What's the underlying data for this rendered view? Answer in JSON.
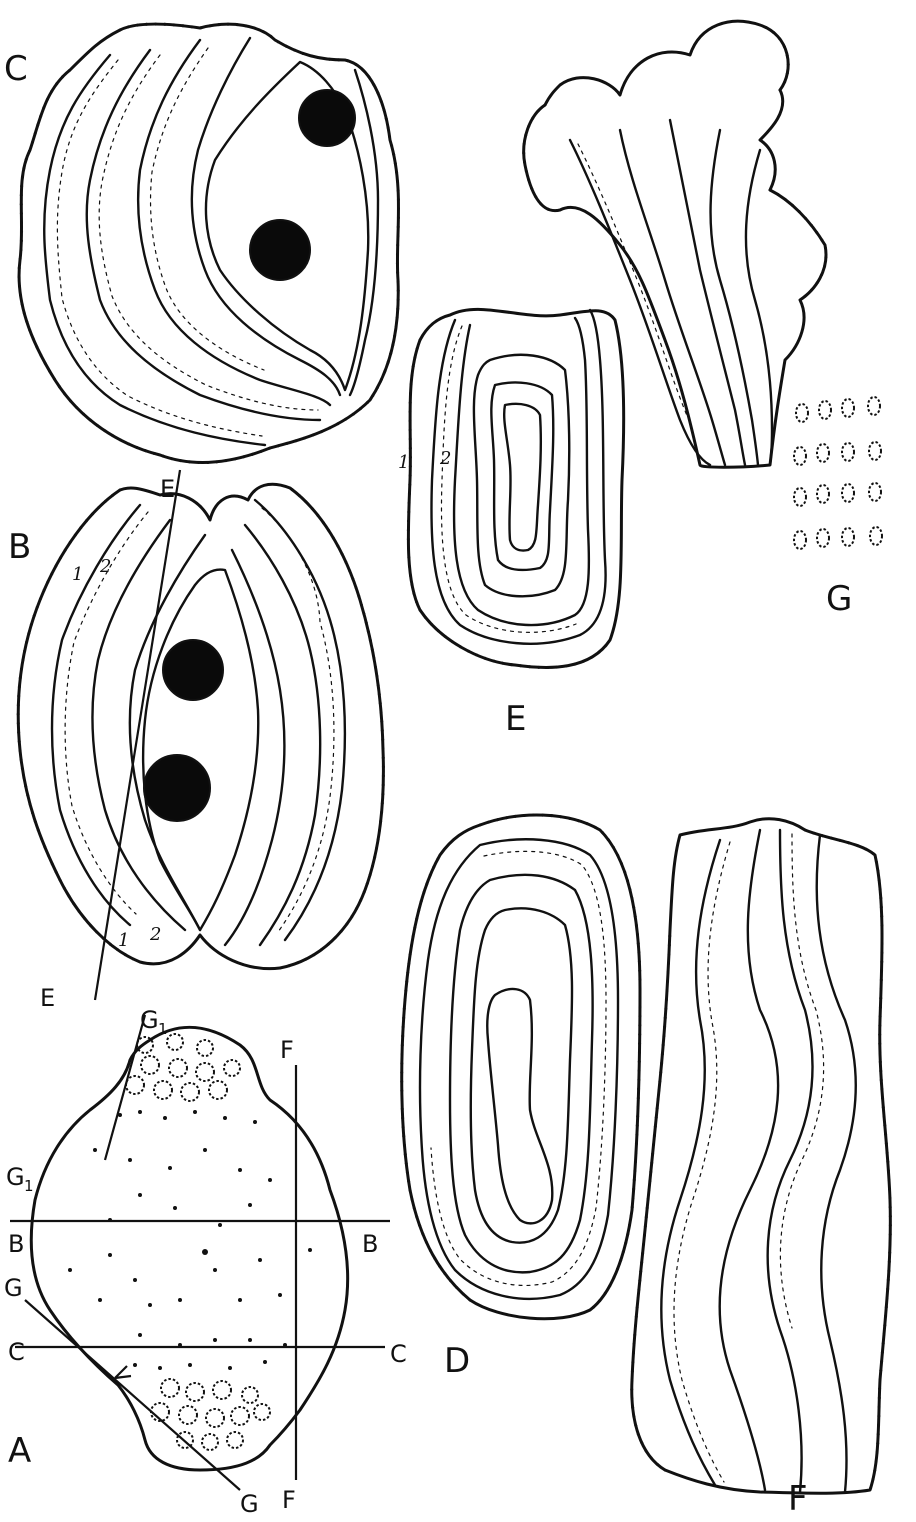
{
  "labels": {
    "panel_c": "C",
    "panel_b": "B",
    "panel_a": "A",
    "panel_d": "D",
    "panel_e": "E",
    "panel_f": "F",
    "panel_g": "G"
  },
  "section_lines": {
    "b_left": "B",
    "b_right": "B",
    "c_left": "C",
    "c_right": "C",
    "e_top": "E",
    "e_bottom": "E",
    "f_top": "F",
    "f_bottom": "F",
    "g_left": "G",
    "g_bottom": "G",
    "g1": "G",
    "g1_sub": "1",
    "g3": "G",
    "g3_sub": "1"
  },
  "layer_numbers": {
    "b_top_1": "1",
    "b_top_2": "2",
    "b_bottom_1": "1",
    "b_bottom_2": "2",
    "e_1": "1",
    "e_2": "2"
  }
}
